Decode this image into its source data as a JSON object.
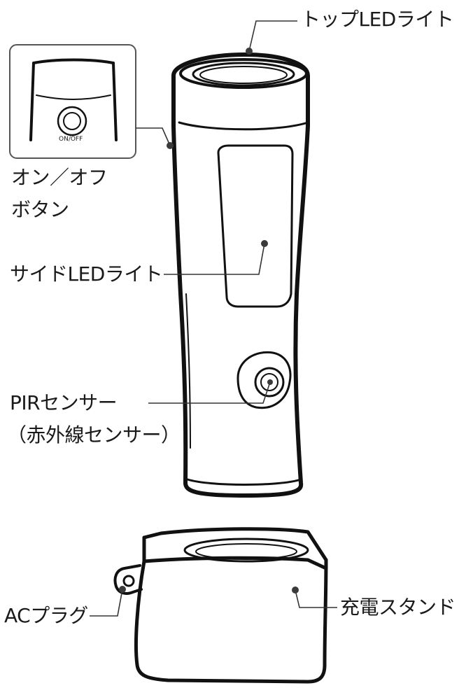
{
  "labels": {
    "top_led": "トップLEDライト",
    "onoff_line1": "オン／オフ",
    "onoff_line2": "ボタン",
    "side_led": "サイドLEDライト",
    "pir_line1": "PIRセンサー",
    "pir_line2": "（赤外線センサー）",
    "ac_plug": "ACプラグ",
    "stand": "充電スタンド"
  },
  "inset": {
    "button_text": "ON/OFF"
  },
  "colors": {
    "stroke": "#111111",
    "line": "#333333",
    "dot": "#3a3a3a",
    "inset_border": "#555555"
  }
}
